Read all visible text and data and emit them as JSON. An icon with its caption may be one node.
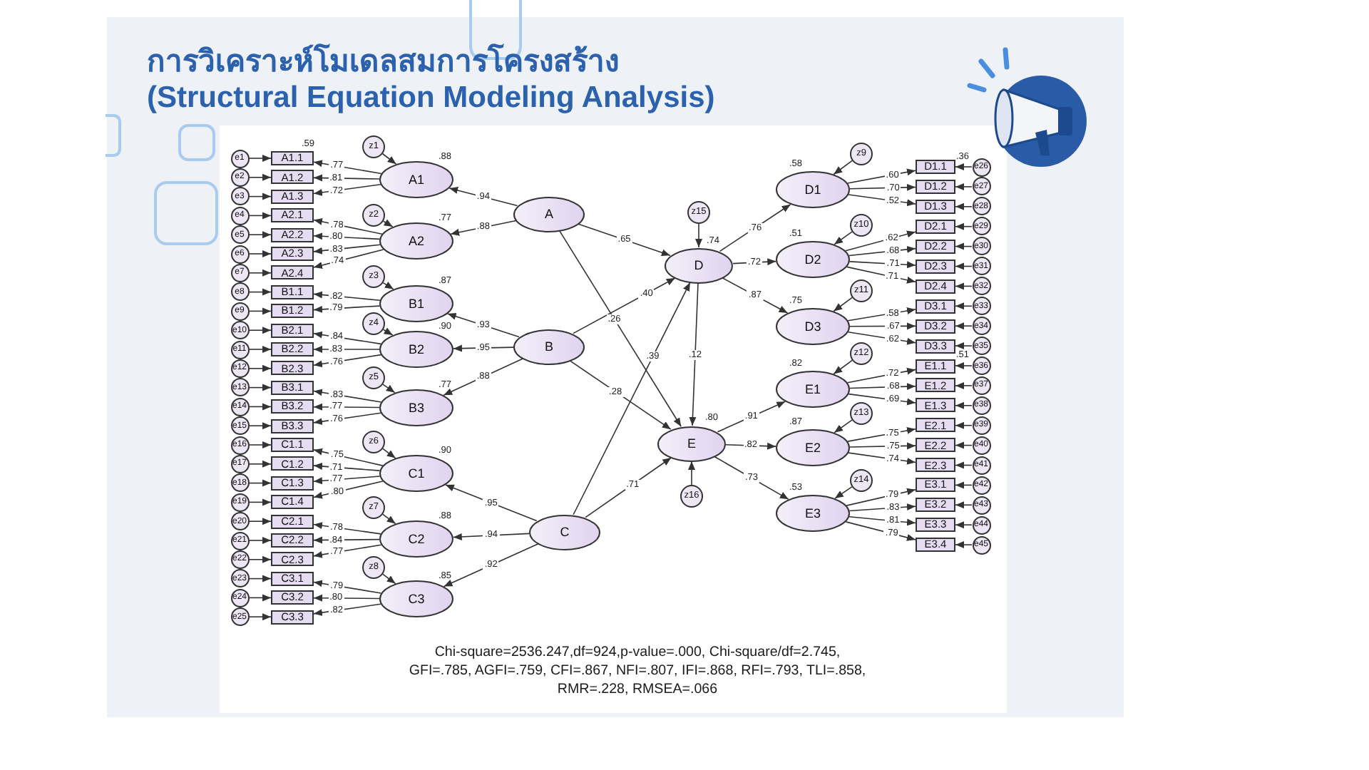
{
  "diagram": {
    "title": "การวิเคราะห์โมเดลสมการโครงสร้าง (Structural Equation Modeling Analysis)",
    "caption": "Chi-square=2536.247,df=924,p-value=.000, Chi-square/df=2.745, GFI=.785, AGFI=.759, CFI=.867, NFI=.807, IFI=.868, RFI=.793, TLI=.858, RMR=.228, RMSEA=.066",
    "nodes": [
      {
        "text": [
          "e1"
        ]
      },
      {
        "text": [
          "e2"
        ]
      },
      {
        "text": [
          "e3"
        ]
      },
      {
        "text": [
          "e4"
        ]
      },
      {
        "text": [
          "e5"
        ]
      },
      {
        "text": [
          "e6"
        ]
      },
      {
        "text": [
          "e7"
        ]
      },
      {
        "text": [
          "e8"
        ]
      },
      {
        "text": [
          "e9"
        ]
      },
      {
        "text": [
          "e10"
        ]
      },
      {
        "text": [
          "e11"
        ]
      },
      {
        "text": [
          "e12"
        ]
      },
      {
        "text": [
          "e13"
        ]
      },
      {
        "text": [
          "e14"
        ]
      },
      {
        "text": [
          "e15"
        ]
      },
      {
        "text": [
          "e16"
        ]
      },
      {
        "text": [
          "e17"
        ]
      },
      {
        "text": [
          "e18"
        ]
      },
      {
        "text": [
          "e19"
        ]
      },
      {
        "text": [
          "e20"
        ]
      },
      {
        "text": [
          "e21"
        ]
      },
      {
        "text": [
          "e22"
        ]
      },
      {
        "text": [
          "e23"
        ]
      },
      {
        "text": [
          "e24"
        ]
      },
      {
        "text": [
          "e25"
        ]
      },
      {
        "text": [
          "A1.1"
        ],
        "beside": [
          ".59"
        ]
      },
      {
        "text": [
          "A1.2"
        ]
      },
      {
        "text": [
          "A1.3"
        ]
      },
      {
        "text": [
          "A2.1"
        ]
      },
      {
        "text": [
          "A2.2"
        ]
      },
      {
        "text": [
          "A2.3"
        ]
      },
      {
        "text": [
          "A2.4"
        ]
      },
      {
        "text": [
          "B1.1"
        ]
      },
      {
        "text": [
          "B1.2"
        ]
      },
      {
        "text": [
          "B2.1"
        ]
      },
      {
        "text": [
          "B2.2"
        ]
      },
      {
        "text": [
          "B2.3"
        ]
      },
      {
        "text": [
          "B3.1"
        ]
      },
      {
        "text": [
          "B3.2"
        ]
      },
      {
        "text": [
          "B3.3"
        ]
      },
      {
        "text": [
          "C1.1"
        ]
      },
      {
        "text": [
          "C1.2"
        ]
      },
      {
        "text": [
          "C1.3"
        ]
      },
      {
        "text": [
          "C1.4"
        ]
      },
      {
        "text": [
          "C2.1"
        ]
      },
      {
        "text": [
          "C2.2"
        ]
      },
      {
        "text": [
          "C2.3"
        ]
      },
      {
        "text": [
          "C3.1"
        ]
      },
      {
        "text": [
          "C3.2"
        ]
      },
      {
        "text": [
          "C3.3"
        ]
      },
      {
        "text": [
          "z1"
        ]
      },
      {
        "text": [
          "z2"
        ]
      },
      {
        "text": [
          "z3"
        ]
      },
      {
        "text": [
          "z4"
        ]
      },
      {
        "text": [
          "z5"
        ]
      },
      {
        "text": [
          "z6"
        ]
      },
      {
        "text": [
          "z7"
        ]
      },
      {
        "text": [
          "z8"
        ]
      },
      {
        "text": [
          "A1"
        ],
        "beside": [
          ".88"
        ]
      },
      {
        "text": [
          "A2"
        ],
        "beside": [
          ".77"
        ]
      },
      {
        "text": [
          "B1"
        ],
        "beside": [
          ".87"
        ]
      },
      {
        "text": [
          "B2"
        ],
        "beside": [
          ".90"
        ]
      },
      {
        "text": [
          "B3"
        ],
        "beside": [
          ".77"
        ]
      },
      {
        "text": [
          "C1"
        ],
        "beside": [
          ".90"
        ]
      },
      {
        "text": [
          "C2"
        ],
        "beside": [
          ".88"
        ]
      },
      {
        "text": [
          "C3"
        ],
        "beside": [
          ".85"
        ]
      },
      {
        "text": [
          "A"
        ]
      },
      {
        "text": [
          "B"
        ]
      },
      {
        "text": [
          "C"
        ]
      },
      {
        "text": [
          "z15"
        ]
      },
      {
        "text": [
          "D"
        ],
        "beside": [
          ".74"
        ]
      },
      {
        "text": [
          "E"
        ],
        "beside": [
          ".80"
        ]
      },
      {
        "text": [
          "z16"
        ]
      },
      {
        "text": [
          "z9"
        ]
      },
      {
        "text": [
          "z10"
        ]
      },
      {
        "text": [
          "z11"
        ]
      },
      {
        "text": [
          "z12"
        ]
      },
      {
        "text": [
          "z13"
        ]
      },
      {
        "text": [
          "z14"
        ]
      },
      {
        "text": [
          "D1"
        ],
        "beside": [
          ".58"
        ]
      },
      {
        "text": [
          "D2"
        ],
        "beside": [
          ".51"
        ]
      },
      {
        "text": [
          "D3"
        ],
        "beside": [
          ".75"
        ]
      },
      {
        "text": [
          "E1"
        ],
        "beside": [
          ".82"
        ]
      },
      {
        "text": [
          "E2"
        ],
        "beside": [
          ".87"
        ]
      },
      {
        "text": [
          "E3"
        ],
        "beside": [
          ".53"
        ]
      },
      {
        "text": [
          "D1.1"
        ],
        "beside": [
          ".36"
        ]
      },
      {
        "text": [
          "D1.2"
        ]
      },
      {
        "text": [
          "D1.3"
        ]
      },
      {
        "text": [
          "D2.1"
        ]
      },
      {
        "text": [
          "D2.2"
        ]
      },
      {
        "text": [
          "D2.3"
        ]
      },
      {
        "text": [
          "D2.4"
        ]
      },
      {
        "text": [
          "D3.1"
        ]
      },
      {
        "text": [
          "D3.2"
        ]
      },
      {
        "text": [
          "D3.3"
        ]
      },
      {
        "text": [
          "E1.1"
        ],
        "beside": [
          ".51"
        ]
      },
      {
        "text": [
          "E1.2"
        ]
      },
      {
        "text": [
          "E1.3"
        ]
      },
      {
        "text": [
          "E2.1"
        ]
      },
      {
        "text": [
          "E2.2"
        ]
      },
      {
        "text": [
          "E2.3"
        ]
      },
      {
        "text": [
          "E3.1"
        ]
      },
      {
        "text": [
          "E3.2"
        ]
      },
      {
        "text": [
          "E3.3"
        ]
      },
      {
        "text": [
          "E3.4"
        ]
      },
      {
        "text": [
          "e26"
        ]
      },
      {
        "text": [
          "e27"
        ]
      },
      {
        "text": [
          "e28"
        ]
      },
      {
        "text": [
          "e29"
        ]
      },
      {
        "text": [
          "e30"
        ]
      },
      {
        "text": [
          "e31"
        ]
      },
      {
        "text": [
          "e32"
        ]
      },
      {
        "text": [
          "e33"
        ]
      },
      {
        "text": [
          "e34"
        ]
      },
      {
        "text": [
          "e35"
        ]
      },
      {
        "text": [
          "e36"
        ]
      },
      {
        "text": [
          "e37"
        ]
      },
      {
        "text": [
          "e38"
        ]
      },
      {
        "text": [
          "e39"
        ]
      },
      {
        "text": [
          "e40"
        ]
      },
      {
        "text": [
          "e41"
        ]
      },
      {
        "text": [
          "e42"
        ]
      },
      {
        "text": [
          "e43"
        ]
      },
      {
        "text": [
          "e44"
        ]
      },
      {
        "text": [
          "e45"
        ]
      }
    ],
    "edges": [
      {
        "from": 0,
        "to": 25,
        "arrow": "to"
      },
      {
        "from": 1,
        "to": 26,
        "arrow": "to"
      },
      {
        "from": 2,
        "to": 27,
        "arrow": "to"
      },
      {
        "from": 3,
        "to": 28,
        "arrow": "to"
      },
      {
        "from": 4,
        "to": 29,
        "arrow": "to"
      },
      {
        "from": 5,
        "to": 30,
        "arrow": "to"
      },
      {
        "from": 6,
        "to": 31,
        "arrow": "to"
      },
      {
        "from": 7,
        "to": 32,
        "arrow": "to"
      },
      {
        "from": 8,
        "to": 33,
        "arrow": "to"
      },
      {
        "from": 9,
        "to": 34,
        "arrow": "to"
      },
      {
        "from": 10,
        "to": 35,
        "arrow": "to"
      },
      {
        "from": 11,
        "to": 36,
        "arrow": "to"
      },
      {
        "from": 12,
        "to": 37,
        "arrow": "to"
      },
      {
        "from": 13,
        "to": 38,
        "arrow": "to"
      },
      {
        "from": 14,
        "to": 39,
        "arrow": "to"
      },
      {
        "from": 15,
        "to": 40,
        "arrow": "to"
      },
      {
        "from": 16,
        "to": 41,
        "arrow": "to"
      },
      {
        "from": 17,
        "to": 42,
        "arrow": "to"
      },
      {
        "from": 18,
        "to": 43,
        "arrow": "to"
      },
      {
        "from": 19,
        "to": 44,
        "arrow": "to"
      },
      {
        "from": 20,
        "to": 45,
        "arrow": "to"
      },
      {
        "from": 21,
        "to": 46,
        "arrow": "to"
      },
      {
        "from": 22,
        "to": 47,
        "arrow": "to"
      },
      {
        "from": 23,
        "to": 48,
        "arrow": "to"
      },
      {
        "from": 24,
        "to": 49,
        "arrow": "to"
      },
      {
        "from": 58,
        "to": 25,
        "arrow": "to",
        "label": ".77"
      },
      {
        "from": 58,
        "to": 26,
        "arrow": "to",
        "label": ".81"
      },
      {
        "from": 58,
        "to": 27,
        "arrow": "to",
        "label": ".72"
      },
      {
        "from": 59,
        "to": 28,
        "arrow": "to",
        "label": ".78"
      },
      {
        "from": 59,
        "to": 29,
        "arrow": "to",
        "label": ".80"
      },
      {
        "from": 59,
        "to": 30,
        "arrow": "to",
        "label": ".83"
      },
      {
        "from": 59,
        "to": 31,
        "arrow": "to",
        "label": ".74"
      },
      {
        "from": 60,
        "to": 32,
        "arrow": "to",
        "label": ".82"
      },
      {
        "from": 60,
        "to": 33,
        "arrow": "to",
        "label": ".79"
      },
      {
        "from": 61,
        "to": 34,
        "arrow": "to",
        "label": ".84"
      },
      {
        "from": 61,
        "to": 35,
        "arrow": "to",
        "label": ".83"
      },
      {
        "from": 61,
        "to": 36,
        "arrow": "to",
        "label": ".76"
      },
      {
        "from": 62,
        "to": 37,
        "arrow": "to",
        "label": ".83"
      },
      {
        "from": 62,
        "to": 38,
        "arrow": "to",
        "label": ".77"
      },
      {
        "from": 62,
        "to": 39,
        "arrow": "to",
        "label": ".76"
      },
      {
        "from": 63,
        "to": 40,
        "arrow": "to",
        "label": ".75"
      },
      {
        "from": 63,
        "to": 41,
        "arrow": "to",
        "label": ".71"
      },
      {
        "from": 63,
        "to": 42,
        "arrow": "to",
        "label": ".77"
      },
      {
        "from": 63,
        "to": 43,
        "arrow": "to",
        "label": ".80"
      },
      {
        "from": 64,
        "to": 44,
        "arrow": "to",
        "label": ".78"
      },
      {
        "from": 64,
        "to": 45,
        "arrow": "to",
        "label": ".84"
      },
      {
        "from": 64,
        "to": 46,
        "arrow": "to",
        "label": ".77"
      },
      {
        "from": 65,
        "to": 47,
        "arrow": "to",
        "label": ".79"
      },
      {
        "from": 65,
        "to": 48,
        "arrow": "to",
        "label": ".80"
      },
      {
        "from": 65,
        "to": 49,
        "arrow": "to",
        "label": ".82"
      },
      {
        "from": 50,
        "to": 58,
        "arrow": "to"
      },
      {
        "from": 51,
        "to": 59,
        "arrow": "to"
      },
      {
        "from": 52,
        "to": 60,
        "arrow": "to"
      },
      {
        "from": 53,
        "to": 61,
        "arrow": "to"
      },
      {
        "from": 54,
        "to": 62,
        "arrow": "to"
      },
      {
        "from": 55,
        "to": 63,
        "arrow": "to"
      },
      {
        "from": 56,
        "to": 64,
        "arrow": "to"
      },
      {
        "from": 57,
        "to": 65,
        "arrow": "to"
      },
      {
        "from": 66,
        "to": 58,
        "arrow": "to",
        "label": ".94"
      },
      {
        "from": 66,
        "to": 59,
        "arrow": "to",
        "label": ".88"
      },
      {
        "from": 67,
        "to": 60,
        "arrow": "to",
        "label": ".93"
      },
      {
        "from": 67,
        "to": 61,
        "arrow": "to",
        "label": ".95"
      },
      {
        "from": 67,
        "to": 62,
        "arrow": "to",
        "label": ".88"
      },
      {
        "from": 68,
        "to": 63,
        "arrow": "to",
        "label": ".95"
      },
      {
        "from": 68,
        "to": 64,
        "arrow": "to",
        "label": ".94"
      },
      {
        "from": 68,
        "to": 65,
        "arrow": "to",
        "label": ".92"
      },
      {
        "from": 66,
        "to": 70,
        "arrow": "to",
        "label": ".65"
      },
      {
        "from": 66,
        "to": 71,
        "arrow": "to",
        "label": ".26"
      },
      {
        "from": 67,
        "to": 70,
        "arrow": "to",
        "label": ".40"
      },
      {
        "from": 67,
        "to": 71,
        "arrow": "to",
        "label": ".28"
      },
      {
        "from": 68,
        "to": 70,
        "arrow": "to",
        "label": ".39"
      },
      {
        "from": 68,
        "to": 71,
        "arrow": "to",
        "label": ".71"
      },
      {
        "from": 70,
        "to": 71,
        "arrow": "to",
        "label": ".12"
      },
      {
        "from": 69,
        "to": 70,
        "arrow": "to"
      },
      {
        "from": 72,
        "to": 71,
        "arrow": "to"
      },
      {
        "from": 70,
        "to": 79,
        "arrow": "to",
        "label": ".76"
      },
      {
        "from": 70,
        "to": 80,
        "arrow": "to",
        "label": ".72"
      },
      {
        "from": 70,
        "to": 81,
        "arrow": "to",
        "label": ".87"
      },
      {
        "from": 71,
        "to": 82,
        "arrow": "to",
        "label": ".91"
      },
      {
        "from": 71,
        "to": 83,
        "arrow": "to",
        "label": ".82"
      },
      {
        "from": 71,
        "to": 84,
        "arrow": "to",
        "label": ".73"
      },
      {
        "from": 73,
        "to": 79,
        "arrow": "to"
      },
      {
        "from": 74,
        "to": 80,
        "arrow": "to"
      },
      {
        "from": 75,
        "to": 81,
        "arrow": "to"
      },
      {
        "from": 76,
        "to": 82,
        "arrow": "to"
      },
      {
        "from": 77,
        "to": 83,
        "arrow": "to"
      },
      {
        "from": 78,
        "to": 84,
        "arrow": "to"
      },
      {
        "from": 79,
        "to": 85,
        "arrow": "to",
        "label": ".60"
      },
      {
        "from": 79,
        "to": 86,
        "arrow": "to",
        "label": ".70"
      },
      {
        "from": 79,
        "to": 87,
        "arrow": "to",
        "label": ".52"
      },
      {
        "from": 80,
        "to": 88,
        "arrow": "to",
        "label": ".62"
      },
      {
        "from": 80,
        "to": 89,
        "arrow": "to",
        "label": ".68"
      },
      {
        "from": 80,
        "to": 90,
        "arrow": "to",
        "label": ".71"
      },
      {
        "from": 80,
        "to": 91,
        "arrow": "to",
        "label": ".71"
      },
      {
        "from": 81,
        "to": 92,
        "arrow": "to",
        "label": ".58"
      },
      {
        "from": 81,
        "to": 93,
        "arrow": "to",
        "label": ".67"
      },
      {
        "from": 81,
        "to": 94,
        "arrow": "to",
        "label": ".62"
      },
      {
        "from": 82,
        "to": 95,
        "arrow": "to",
        "label": ".72"
      },
      {
        "from": 82,
        "to": 96,
        "arrow": "to",
        "label": ".68"
      },
      {
        "from": 82,
        "to": 97,
        "arrow": "to",
        "label": ".69"
      },
      {
        "from": 83,
        "to": 98,
        "arrow": "to",
        "label": ".75"
      },
      {
        "from": 83,
        "to": 99,
        "arrow": "to",
        "label": ".75"
      },
      {
        "from": 83,
        "to": 100,
        "arrow": "to",
        "label": ".74"
      },
      {
        "from": 84,
        "to": 101,
        "arrow": "to",
        "label": ".79"
      },
      {
        "from": 84,
        "to": 102,
        "arrow": "to",
        "label": ".83"
      },
      {
        "from": 84,
        "to": 103,
        "arrow": "to",
        "label": ".81"
      },
      {
        "from": 84,
        "to": 104,
        "arrow": "to",
        "label": ".79"
      },
      {
        "from": 105,
        "to": 85,
        "arrow": "to"
      },
      {
        "from": 106,
        "to": 86,
        "arrow": "to"
      },
      {
        "from": 107,
        "to": 87,
        "arrow": "to"
      },
      {
        "from": 108,
        "to": 88,
        "arrow": "to"
      },
      {
        "from": 109,
        "to": 89,
        "arrow": "to"
      },
      {
        "from": 110,
        "to": 90,
        "arrow": "to"
      },
      {
        "from": 111,
        "to": 91,
        "arrow": "to"
      },
      {
        "from": 112,
        "to": 92,
        "arrow": "to"
      },
      {
        "from": 113,
        "to": 93,
        "arrow": "to"
      },
      {
        "from": 114,
        "to": 94,
        "arrow": "to"
      },
      {
        "from": 115,
        "to": 95,
        "arrow": "to"
      },
      {
        "from": 116,
        "to": 96,
        "arrow": "to"
      },
      {
        "from": 117,
        "to": 97,
        "arrow": "to"
      },
      {
        "from": 118,
        "to": 98,
        "arrow": "to"
      },
      {
        "from": 119,
        "to": 99,
        "arrow": "to"
      },
      {
        "from": 120,
        "to": 100,
        "arrow": "to"
      },
      {
        "from": 121,
        "to": 101,
        "arrow": "to"
      },
      {
        "from": 122,
        "to": 102,
        "arrow": "to"
      },
      {
        "from": 123,
        "to": 103,
        "arrow": "to"
      },
      {
        "from": 124,
        "to": 104,
        "arrow": "to"
      }
    ]
  }
}
